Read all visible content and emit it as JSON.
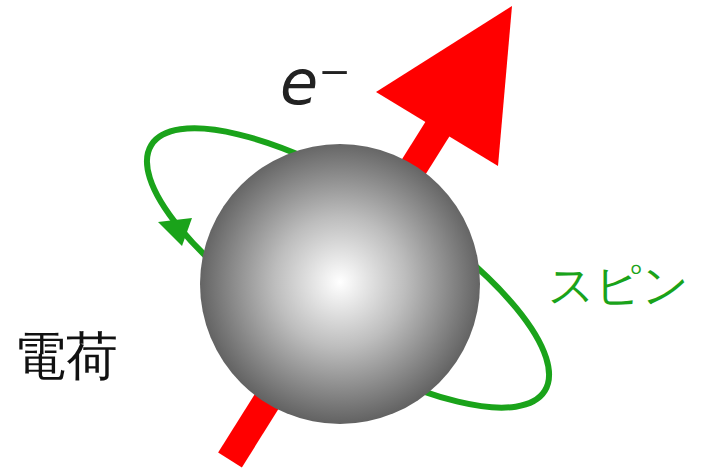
{
  "diagram": {
    "labels": [
      "e⁻",
      "スピン",
      "電荷"
    ]
  }
}
